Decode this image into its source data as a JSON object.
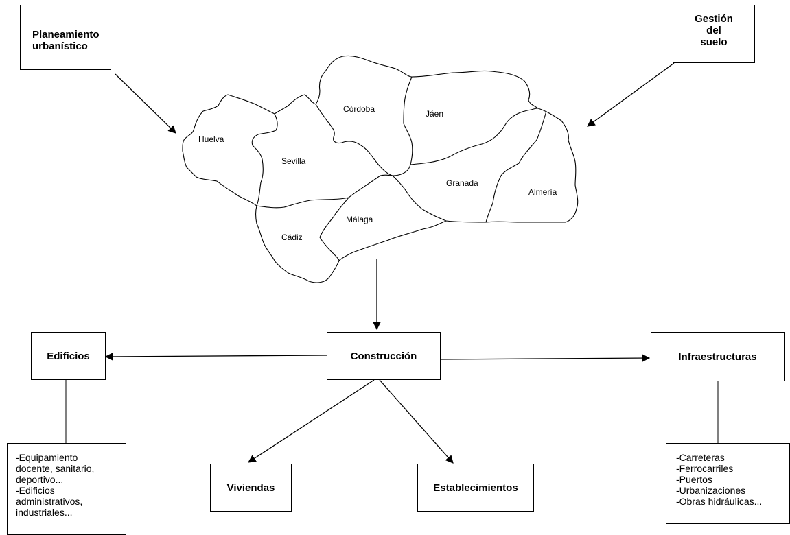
{
  "top_left_box": {
    "line1": "Planeamiento",
    "line2": "urbanístico"
  },
  "top_right_box": {
    "line1": "Gestión",
    "line2": "del",
    "line3": "suelo"
  },
  "map": {
    "provinces": {
      "huelva": "Huelva",
      "sevilla": "Sevilla",
      "cordoba": "Córdoba",
      "jaen": "Jáen",
      "granada": "Granada",
      "almeria": "Almería",
      "malaga": "Málaga",
      "cadiz": "Cádiz"
    }
  },
  "center_box": {
    "label": "Construcción"
  },
  "left_box": {
    "label": "Edificios"
  },
  "right_box": {
    "label": "Infraestructuras"
  },
  "bottom_boxes": {
    "viviendas": "Viviendas",
    "establecimientos": "Establecimientos"
  },
  "left_list": {
    "items": [
      "-Equipamiento",
      "docente, sanitario,",
      "deportivo...",
      "-Edificios",
      "administrativos,",
      "industriales..."
    ]
  },
  "right_list": {
    "items": [
      "-Carreteras",
      "-Ferrocarriles",
      "-Puertos",
      "-Urbanizaciones",
      "-Obras hidráulicas..."
    ]
  }
}
